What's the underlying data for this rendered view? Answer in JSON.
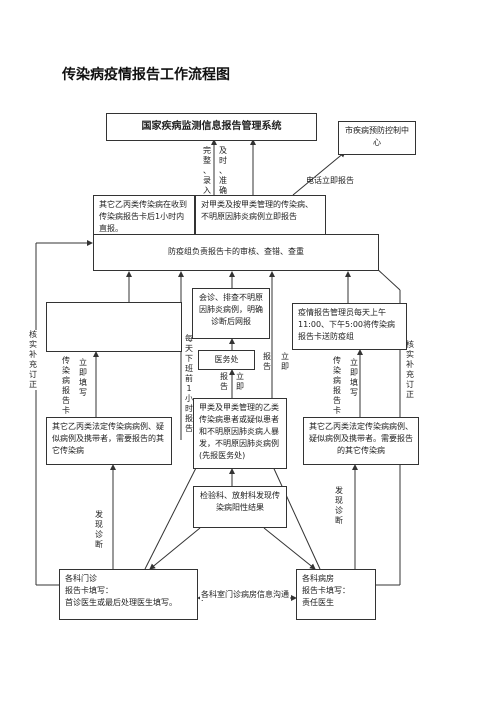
{
  "title": "传染病疫情报告工作流程图",
  "boxes": {
    "system": "国家疾病监测信息报告管理系统",
    "cdc": "市疾病预防控制中心",
    "within24h": "其它乙丙类传染病在收到传染病报告卡后1小时内直报。",
    "immediate": "对甲类及按甲类管理的传染病、不明原因肺炎病例立即报告",
    "review": "防疫组负责报告卡的审核、查错、查重",
    "consult": "会诊、排查不明原因肺炎病例，明确诊断后网报",
    "epidemic_reporter": "疫情报告管理员每天上午11:00、下午5:00将传染病报告卡送防疫组",
    "medical_office": "医务处",
    "left_other": "其它乙丙类法定传染病病例、疑似病例及携带者，需要报告的其它传染病",
    "class_a": "甲类及甲类管理的乙类传染病患者或疑似患者和不明原因肺炎病人暴发，不明原因肺炎病例(先报医务处)",
    "right_other": "其它乙丙类法定传染病病例、疑似病例及携带者。需要报告的其它传染病",
    "lab": "检验科、放射科发现传染病阳性结果",
    "outpatient": "各科门诊\n报告卡填写：\n首诊医生或最后处理医生填写。",
    "ward": "各科病房\n报告卡填写：\n责任医生"
  },
  "labels": {
    "complete_entry": "完\n整\n、\n录\n入",
    "timely_accurate": "及\n时\n、\n准\n确",
    "phone_report": "电话立即报告",
    "verify_left": "核\n实\n补\n充\n订\n正",
    "verify_right": "核\n实\n补\n充\n订\n正",
    "left_card": "传\n染\n病\n报\n告\n卡",
    "left_fill": "立\n即\n填\n写",
    "right_card": "传\n染\n病\n报\n告\n卡",
    "right_fill": "立\n即\n填\n写",
    "daily_report": "每\n天\n下\n班\n前\n1\n小\n时\n报\n告",
    "report_mid": "报\n告",
    "immediately_mid": "立\n即",
    "report_side": "报\n告",
    "immediately_side": "立\n即",
    "discover_left": "发\n现\n诊\n断",
    "discover_right": "发\n现\n诊\n断",
    "communication": "各科室门诊病房信息沟通"
  }
}
